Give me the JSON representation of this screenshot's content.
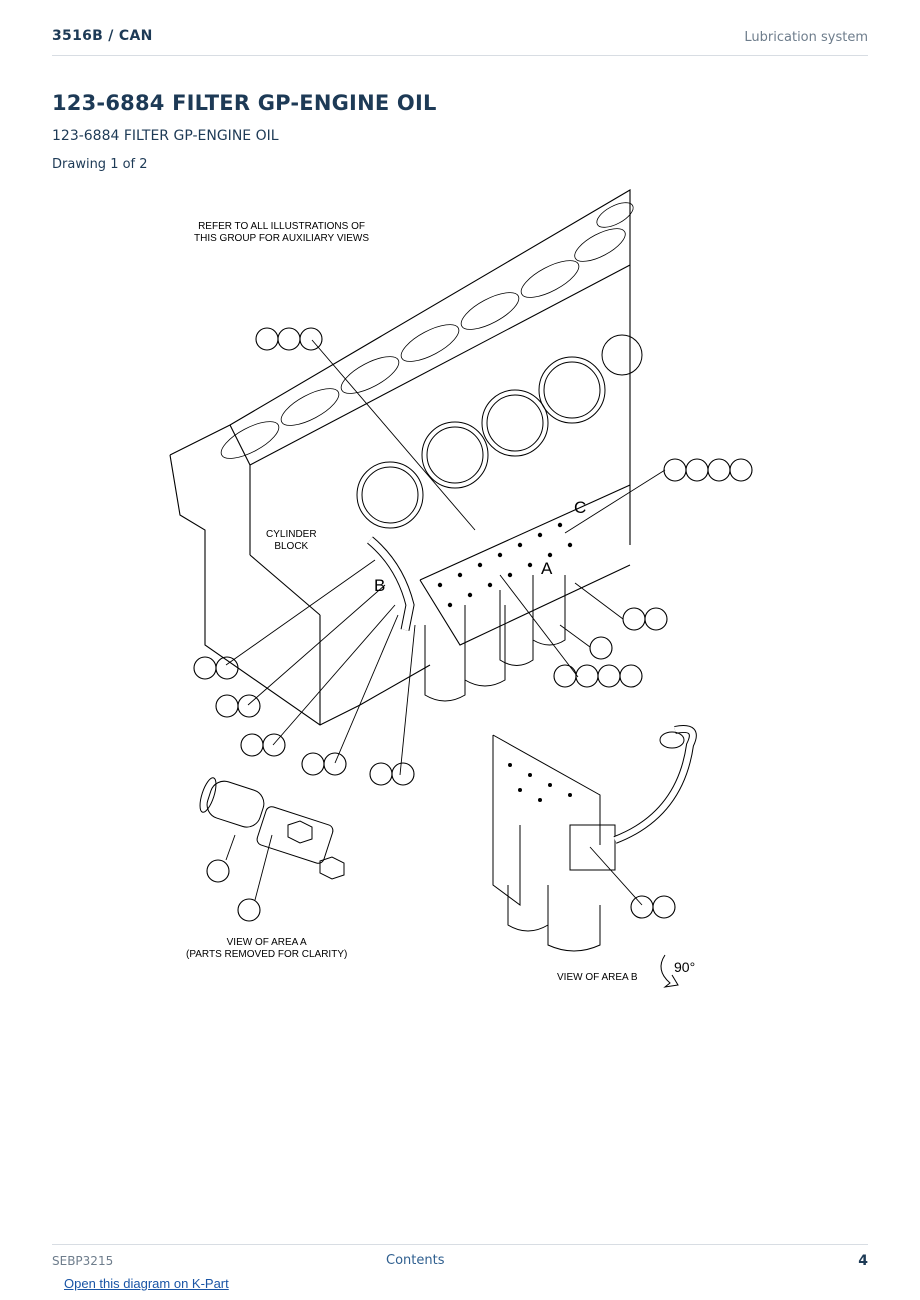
{
  "header": {
    "model": "3516B  /  CAN",
    "section": "Lubrication system"
  },
  "title": "123-6884 FILTER GP-ENGINE OIL",
  "subtitle": "123-6884 FILTER GP-ENGINE OIL",
  "drawing_label": "Drawing 1 of 2",
  "diagram": {
    "refer_note_line1": "REFER TO ALL ILLUSTRATIONS OF",
    "refer_note_line2": "THIS GROUP FOR AUXILIARY VIEWS",
    "cylinder_block_line1": "CYLINDER",
    "cylinder_block_line2": "BLOCK",
    "letter_a": "A",
    "letter_b": "B",
    "letter_c": "C",
    "view_a_line1": "VIEW OF AREA  A",
    "view_a_line2": "(PARTS REMOVED FOR CLARITY)",
    "view_b": "VIEW OF AREA  B",
    "rotation": "90°"
  },
  "footer": {
    "doc_number": "SEBP3215",
    "contents_link": "Contents",
    "page_number": "4",
    "kpart_link": "Open this diagram on K-Part"
  }
}
